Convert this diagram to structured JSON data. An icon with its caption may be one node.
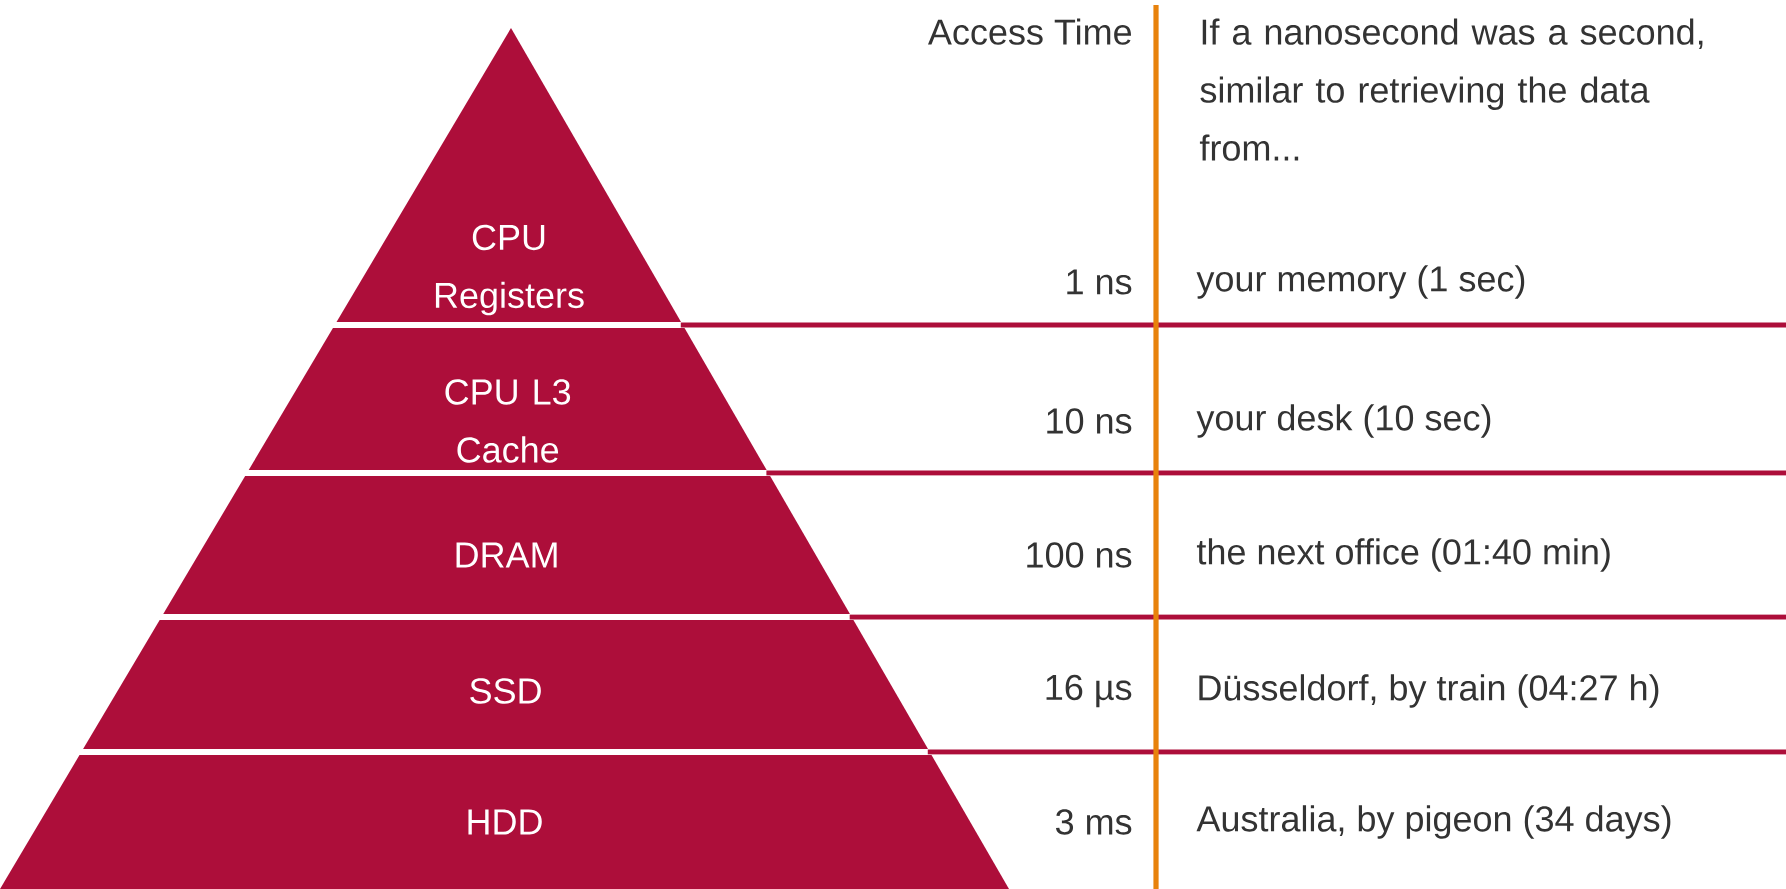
{
  "diagram": {
    "nodes": [
      {
        "text": [
          "CPU Registers"
        ]
      },
      {
        "text": [
          "CPU L3 Cache"
        ]
      },
      {
        "text": [
          "DRAM"
        ]
      },
      {
        "text": [
          "SSD"
        ]
      },
      {
        "text": [
          "HDD"
        ]
      }
    ],
    "labels": [
      "Access Time",
      "If a nanosecond was a second, similar to retrieving the data from...",
      "1 ns",
      "your memory (1 sec)",
      "10 ns",
      "your desk (10 sec)",
      "100 ns",
      "the next office (01:40 min)",
      "16 µs",
      "Düsseldorf, by train (04:27 h)",
      "3 ms",
      "Australia, by pigeon (34 days)"
    ]
  }
}
